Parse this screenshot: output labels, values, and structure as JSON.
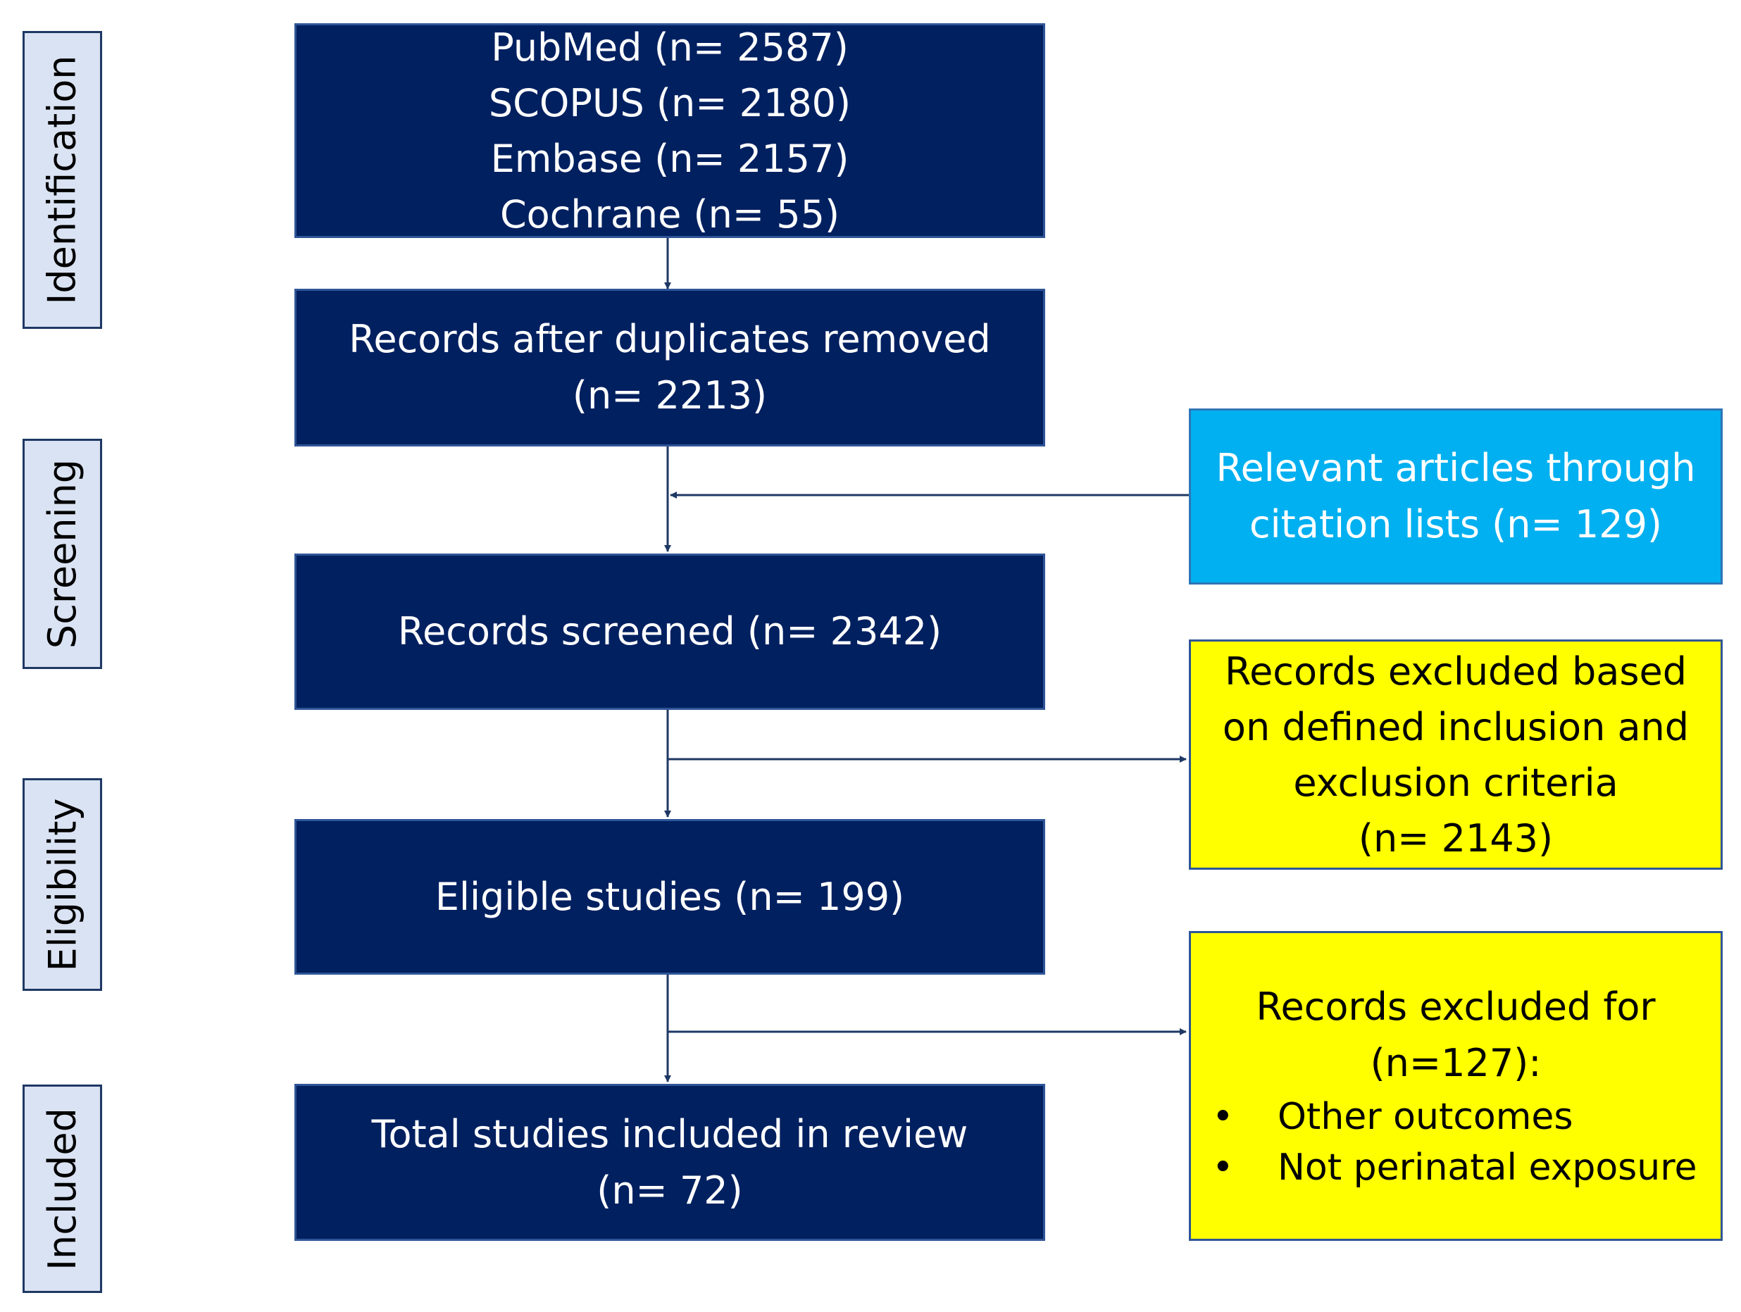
{
  "stages": {
    "identification": "Identification",
    "screening": "Screening",
    "eligibility": "Eligibility",
    "included": "Included"
  },
  "boxes": {
    "databases": {
      "lines": [
        "PubMed (n= 2587)",
        "SCOPUS (n= 2180)",
        "Embase (n= 2157)",
        "Cochrane (n= 55)"
      ]
    },
    "duplicates_removed": {
      "lines": [
        "Records after duplicates removed",
        "(n= 2213)"
      ]
    },
    "records_screened": {
      "lines": [
        "Records screened (n= 2342)"
      ]
    },
    "eligible_studies": {
      "lines": [
        "Eligible studies (n= 199)"
      ]
    },
    "total_included": {
      "lines": [
        "Total studies included in review",
        "(n= 72)"
      ]
    },
    "citation_lists": {
      "lines": [
        "Relevant articles through",
        "citation lists (n= 129)"
      ]
    },
    "excluded_criteria": {
      "lines": [
        "Records excluded based",
        "on defined inclusion and",
        "exclusion criteria",
        "(n= 2143)"
      ]
    },
    "excluded_for": {
      "lines": [
        "Records excluded for",
        "(n=127):"
      ],
      "bullets": [
        "Other outcomes",
        "Not perinatal exposure"
      ]
    }
  },
  "colors": {
    "main_box": "#002060",
    "citation_box": "#00b0f0",
    "excluded_box": "#ffff00",
    "stage_label": "#dae3f3",
    "connector": "#1f3864"
  }
}
